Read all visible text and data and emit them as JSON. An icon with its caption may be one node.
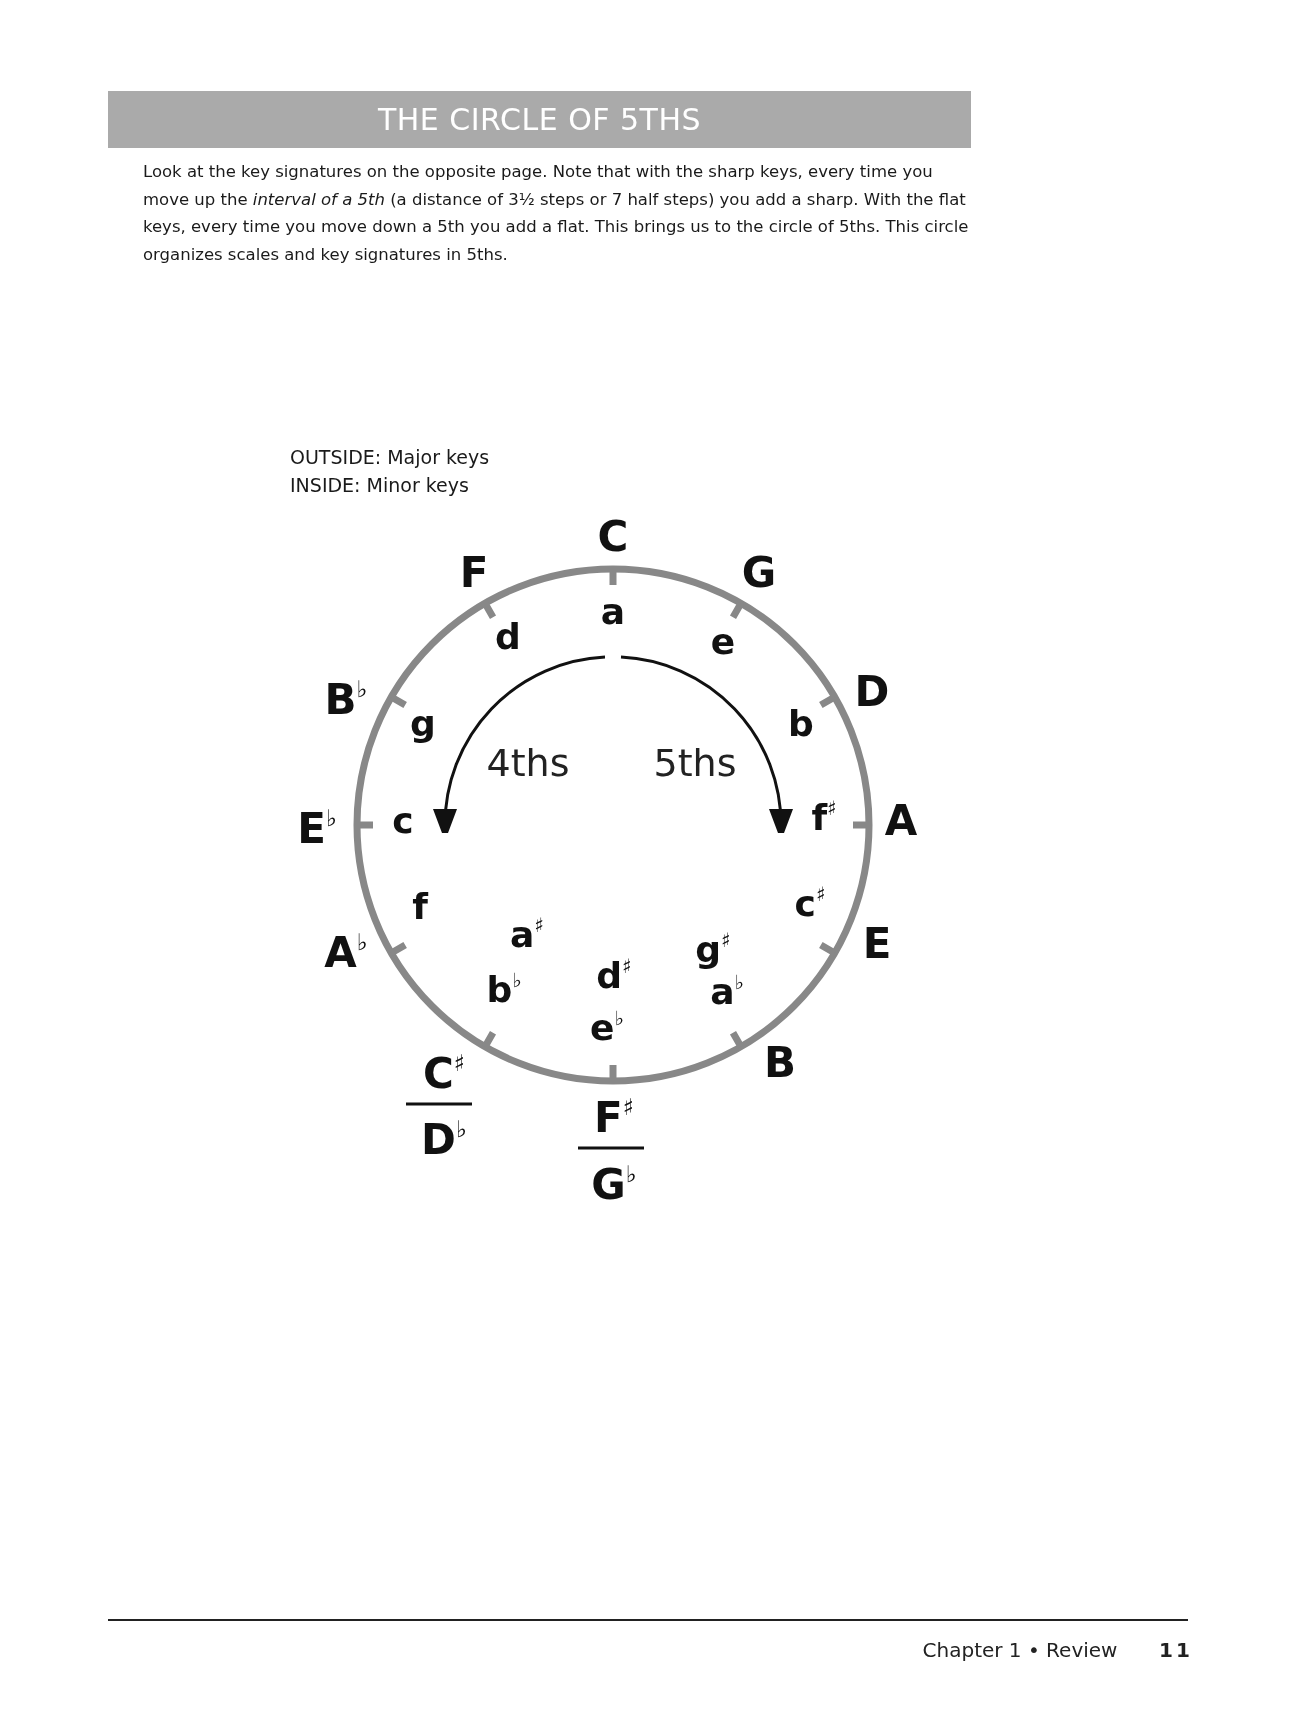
{
  "diagram": {
    "title": "THE CIRCLE OF 5THS",
    "labels": [
      "Look at the key signatures on the opposite page.  Note that with the sharp keys, every time you move up the *interval of a 5th* (a distance of 3½ steps or 7 half steps) you add a sharp. With the flat keys, every time you move down a 5th you add a flat. This brings us to the circle of 5ths. This circle organizes scales and key signatures in 5ths.",
      "OUTSIDE: Major keys",
      "INSIDE: Minor keys",
      "C",
      "G",
      "D",
      "A",
      "E",
      "B",
      "F$^{♯}$",
      "G$^{♭}$",
      "C$^{♯}$",
      "D$^{♭}$",
      "A$^{♭}$",
      "E$^{♭}$",
      "B$^{♭}$",
      "F",
      "a",
      "e",
      "b",
      "f$^{♯}$",
      "c$^{♯}$",
      "g$^{♯}$",
      "a$^{♭}$",
      "d$^{♯}$",
      "e$^{♭}$",
      "a$^{♯}$",
      "b$^{♭}$",
      "f",
      "c",
      "g",
      "d",
      "4ths",
      "5ths",
      "Chapter 1 • Review",
      "11"
    ]
  }
}
